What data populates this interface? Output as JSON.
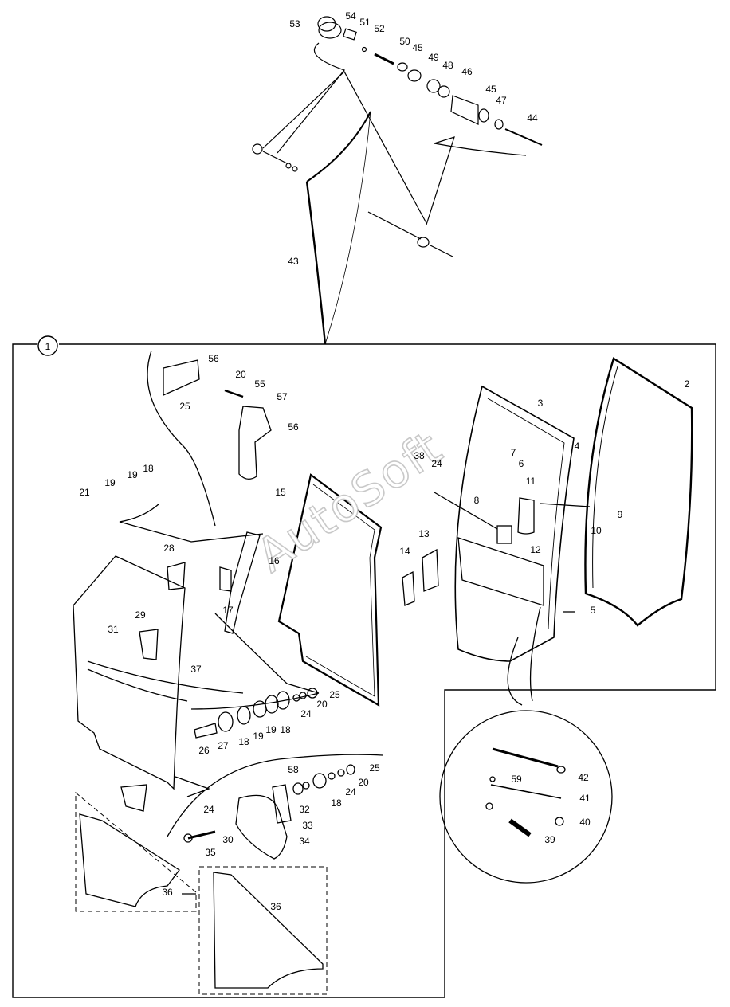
{
  "group_marker": "1",
  "watermark": "AutoSoft",
  "part_labels": [
    "2",
    "3",
    "4",
    "5",
    "6",
    "7",
    "8",
    "9",
    "10",
    "11",
    "12",
    "13",
    "14",
    "15",
    "16",
    "17",
    "18",
    "19",
    "20",
    "21",
    "24",
    "25",
    "26",
    "27",
    "28",
    "29",
    "30",
    "31",
    "32",
    "33",
    "34",
    "35",
    "36",
    "37",
    "38",
    "39",
    "40",
    "41",
    "42",
    "43",
    "44",
    "45",
    "46",
    "47",
    "48",
    "49",
    "50",
    "51",
    "52",
    "53",
    "54",
    "55",
    "56",
    "57",
    "58",
    "59"
  ],
  "colors": {
    "line": "#000000",
    "background": "#ffffff",
    "watermark_outline": "#c8c8c8"
  }
}
